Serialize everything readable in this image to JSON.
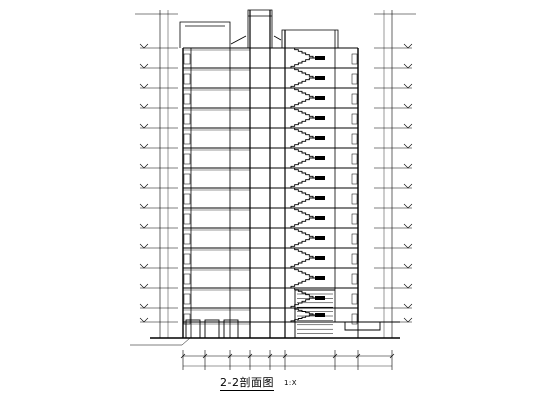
{
  "drawing": {
    "title": "2-2剖面图",
    "scale": "1:X",
    "type": "building-section",
    "floor_count": 14,
    "has_staircase": true,
    "has_elevator_shaft": true,
    "has_roof_parapet": true,
    "has_ramp": true,
    "line_color": "#000000",
    "background": "#ffffff"
  }
}
